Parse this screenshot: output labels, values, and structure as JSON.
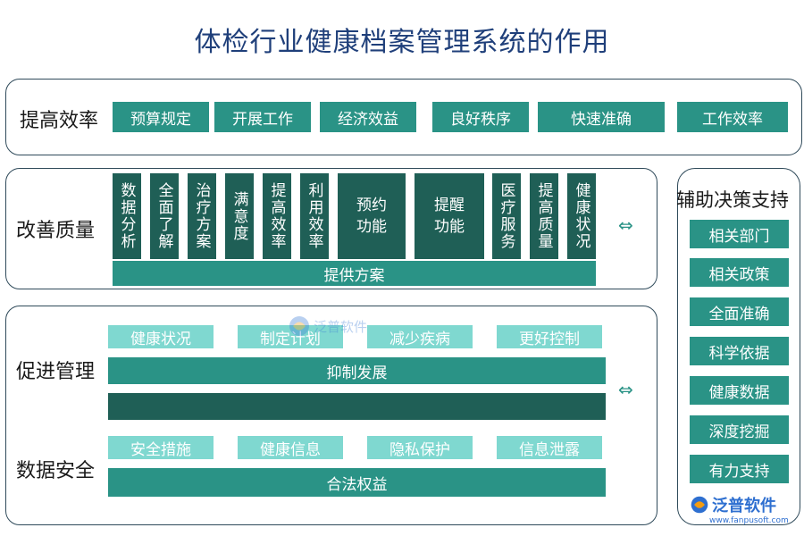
{
  "title": "体检行业健康档案管理系统的作用",
  "row1": {
    "label": "提高效率",
    "items": [
      "预算规定",
      "开展工作",
      "经济效益",
      "良好秩序",
      "快速准确",
      "工作效率"
    ]
  },
  "row2": {
    "label": "改善质量",
    "vitems": [
      "数据分析",
      "全面了解",
      "治疗方案",
      "满意度",
      "提高效率",
      "利用效率"
    ],
    "mid": [
      "预约功能",
      "提醒功能"
    ],
    "vitems2": [
      "医疗服务",
      "提高质量",
      "健康状况"
    ],
    "bar": "提供方案"
  },
  "row3": {
    "label1": "促进管理",
    "items1": [
      "健康状况",
      "制定计划",
      "减少疾病",
      "更好控制"
    ],
    "bar1": "抑制发展",
    "label2": "数据安全",
    "items2": [
      "安全措施",
      "健康信息",
      "隐私保护",
      "信息泄露"
    ],
    "bar2": "合法权益"
  },
  "side": {
    "title": "辅助决策支持",
    "items": [
      "相关部门",
      "相关政策",
      "全面准确",
      "科学依据",
      "健康数据",
      "深度挖掘",
      "有力支持"
    ]
  },
  "arrows": [
    "⇔",
    "⇔"
  ],
  "watermark": {
    "text": "泛普软件"
  },
  "logo": {
    "name": "泛普软件",
    "url": "www.fanpusoft.com"
  },
  "colors": {
    "teal": "#2a9386",
    "dark": "#1f5f56",
    "light": "#7fd8d0",
    "title": "#1f3f7a"
  }
}
